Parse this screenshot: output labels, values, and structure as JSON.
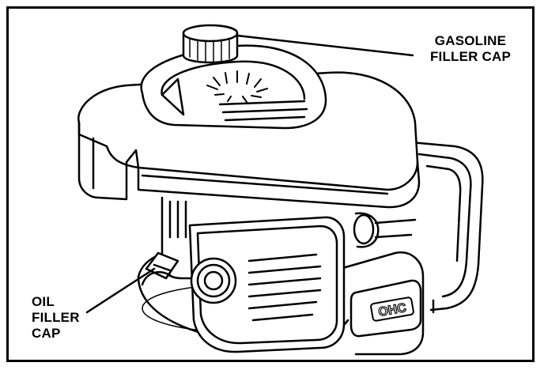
{
  "callouts": {
    "gasoline": {
      "line1": "GASOLINE",
      "line2": "FILLER CAP"
    },
    "oil": {
      "line1": "OIL",
      "line2": "FILLER",
      "line3": "CAP"
    }
  },
  "engine_badge": "OHC",
  "colors": {
    "ink": "#000000",
    "paper": "#ffffff"
  }
}
